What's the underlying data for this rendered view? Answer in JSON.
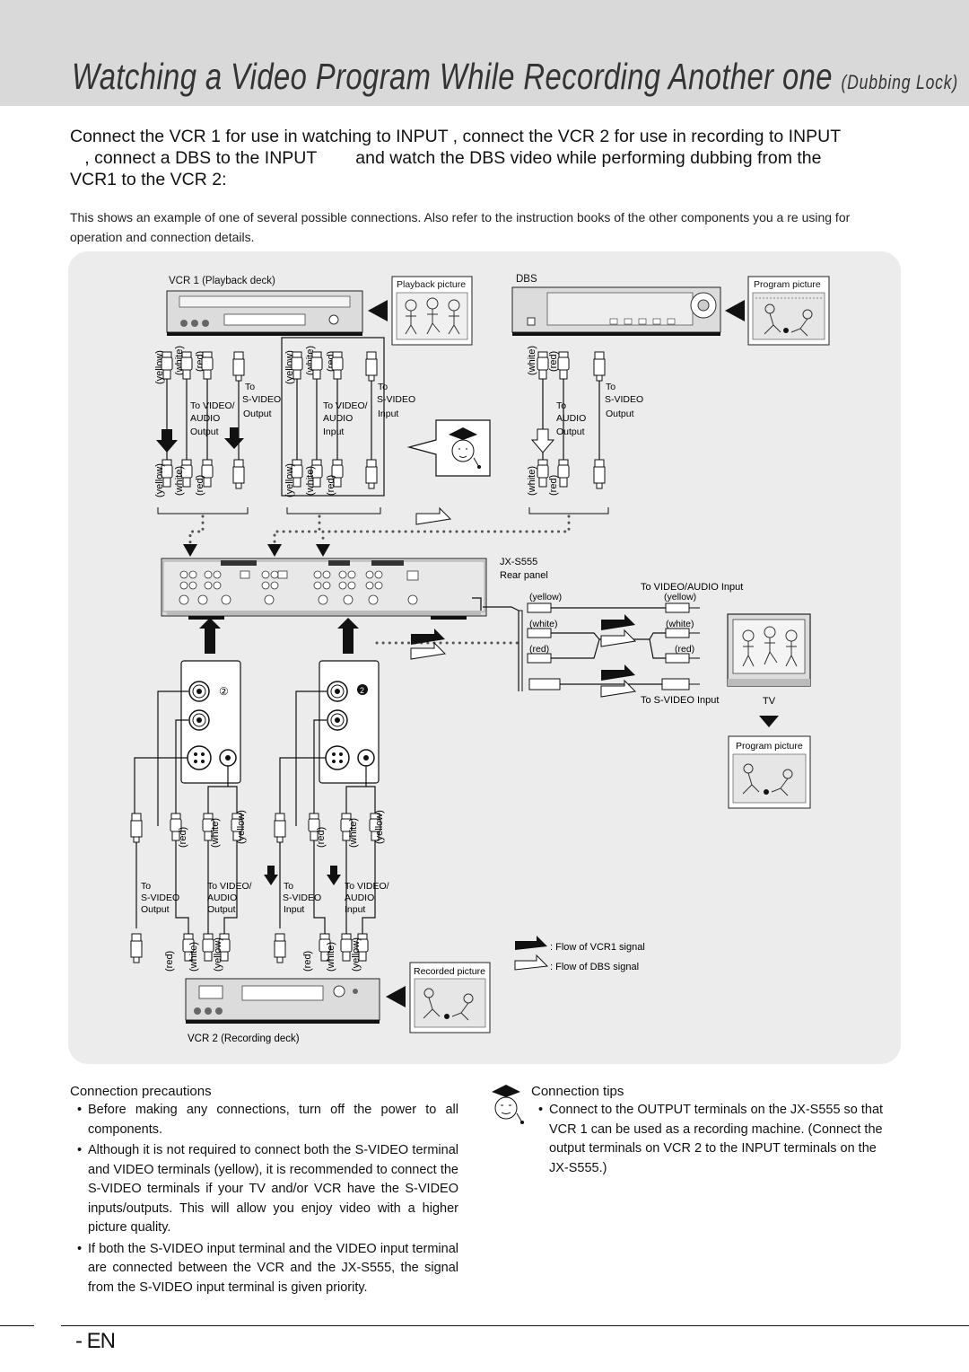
{
  "page": {
    "title": "Watching a Video Program While Recording Another one",
    "title_sub": "(Dubbing Lock)",
    "intro_lines": [
      "Connect the VCR 1 for use in watching to INPUT        , connect the VCR 2 for use in recording to INPUT",
      "   , connect a DBS to the INPUT        and watch the DBS video while performing dubbing from the",
      "VCR1 to the VCR 2:"
    ],
    "description": "This shows an example of one of several possible connections. Also refer to the instruction books of the other components you a  re using for operation and connection details.",
    "footer_label": "- EN"
  },
  "diagram": {
    "vcr1_label": "VCR 1 (Playback deck)",
    "vcr2_label": "VCR 2 (Recording deck)",
    "dbs_label": "DBS",
    "tv_label": "TV",
    "jx_label": "JX-S555",
    "rear_panel_label": "Rear panel",
    "playback_picture": "Playback picture",
    "program_picture": "Program picture",
    "program_picture_2": "Program picture",
    "recorded_picture": "Recorded picture",
    "to_video_audio_input_tv": "To VIDEO/AUDIO  Input",
    "to_svideo_input_tv": "To S-VIDEO Input",
    "color_yellow": "(yellow)",
    "color_white": "(white)",
    "color_red": "(red)",
    "to": "To",
    "to_video": "To VIDEO/",
    "audio": "AUDIO",
    "s_video": "S-VIDEO",
    "output": "Output",
    "input": "Input",
    "legend_vcr1": ":  Flow of VCR1 signal",
    "legend_dbs": ":  Flow of DBS signal",
    "jack_num_outline": "2",
    "jack_num_filled": "2"
  },
  "precautions": {
    "title": "Connection precautions",
    "items": [
      "Before making any connections, turn off the power to all components.",
      "Although it is not required to connect both the S-VIDEO terminal and VIDEO terminals (yellow), it is recommended to connect the S-VIDEO terminals if your TV and/or VCR have the S-VIDEO inputs/outputs. This will allow you enjoy video with a higher picture quality.",
      "If both the S-VIDEO input terminal and the VIDEO input terminal are connected between the VCR and the JX-S555, the signal from the S-VIDEO input terminal is given priority."
    ]
  },
  "tips": {
    "title": "Connection tips",
    "items": [
      "Connect to the OUTPUT      terminals on the JX-S555 so that VCR 1 can be used as a recording machine. (Connect the output terminals on VCR 2 to the INPUT      terminals on the JX-S555.)"
    ]
  },
  "colors": {
    "header_band": "#d9d9d9",
    "panel": "#ececec",
    "device": "#dcdcdc",
    "line": "#111111"
  }
}
